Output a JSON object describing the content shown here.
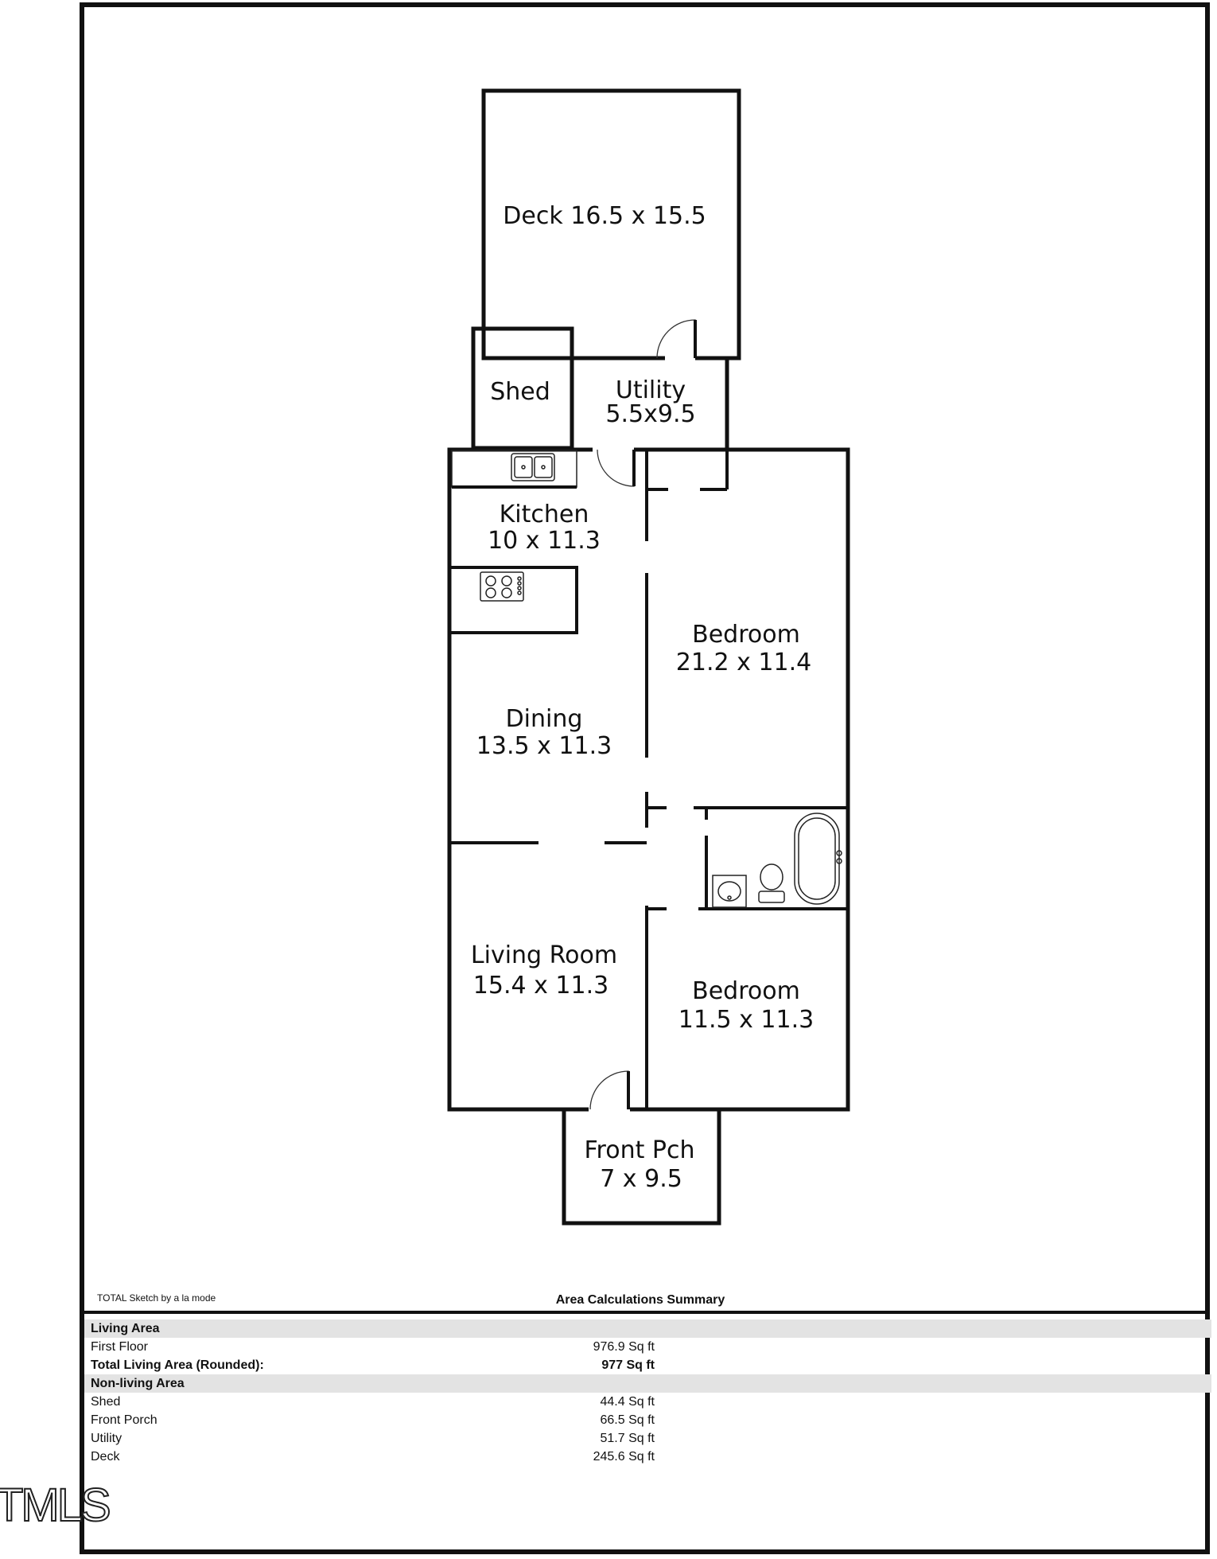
{
  "rooms": {
    "deck": {
      "name": "Deck",
      "dims": "16.5 x 15.5"
    },
    "shed": {
      "name": "Shed"
    },
    "utility": {
      "name": "Utility",
      "dims": "5.5x9.5"
    },
    "kitchen": {
      "name": "Kitchen",
      "dims": "10 x 11.3"
    },
    "dining": {
      "name": "Dining",
      "dims": "13.5 x 11.3"
    },
    "bedroom1": {
      "name": "Bedroom",
      "dims": "21.2 x 11.4"
    },
    "living": {
      "name": "Living Room",
      "dims": "15.4 x 11.3"
    },
    "bedroom2": {
      "name": "Bedroom",
      "dims": "11.5 x 11.3"
    },
    "front_porch": {
      "name": "Front Pch",
      "dims": "7 x 9.5"
    }
  },
  "sketch_credit": "TOTAL Sketch by a la mode",
  "summary": {
    "title": "Area Calculations Summary",
    "rows": [
      {
        "label": "Living Area",
        "value": "",
        "kind": "section"
      },
      {
        "label": "First Floor",
        "value": "976.9 Sq ft",
        "kind": "item"
      },
      {
        "label": "Total Living Area (Rounded):",
        "value": "977 Sq ft",
        "kind": "total"
      },
      {
        "label": "Non-living Area",
        "value": "",
        "kind": "section"
      },
      {
        "label": "Shed",
        "value": "44.4 Sq ft",
        "kind": "item"
      },
      {
        "label": "Front Porch",
        "value": "66.5 Sq ft",
        "kind": "item"
      },
      {
        "label": "Utility",
        "value": "51.7 Sq ft",
        "kind": "item"
      },
      {
        "label": "Deck",
        "value": "245.6 Sq ft",
        "kind": "item"
      }
    ]
  },
  "logo": "TMLS",
  "icons": [
    "door-swing-icon",
    "double-sink-icon",
    "cooktop-icon",
    "bathtub-icon",
    "toilet-icon",
    "bath-sink-icon"
  ]
}
